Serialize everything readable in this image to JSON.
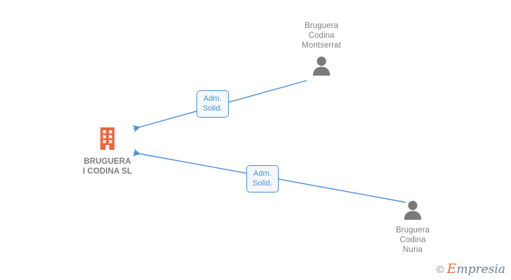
{
  "diagram": {
    "type": "org-relationship-graph",
    "background_color": "#ffffff",
    "edge_color": "#4a90d9",
    "company_color": "#f4633a",
    "person_color": "#7a7a7a",
    "text_color": "#808080"
  },
  "company": {
    "name_line1": "BRUGUERA",
    "name_line2": "I CODINA  SL",
    "icon": "building-icon"
  },
  "people": [
    {
      "id": "person-montserrat",
      "name": "Bruguera\nCodina\nMontserrat",
      "icon": "person-icon"
    },
    {
      "id": "person-nuria",
      "name": "Bruguera\nCodina\nNuria",
      "icon": "person-icon"
    }
  ],
  "edges": [
    {
      "id": "edge-montserrat",
      "from": "person-montserrat",
      "to": "company",
      "label": "Adm.\nSolid.",
      "arrow": "arrowhead-icon"
    },
    {
      "id": "edge-nuria",
      "from": "person-nuria",
      "to": "company",
      "label": "Adm.\nSolid.",
      "arrow": "arrowhead-icon"
    }
  ],
  "watermark": {
    "copyright_symbol": "©",
    "brand_initial": "E",
    "brand_rest": "mpresia"
  }
}
